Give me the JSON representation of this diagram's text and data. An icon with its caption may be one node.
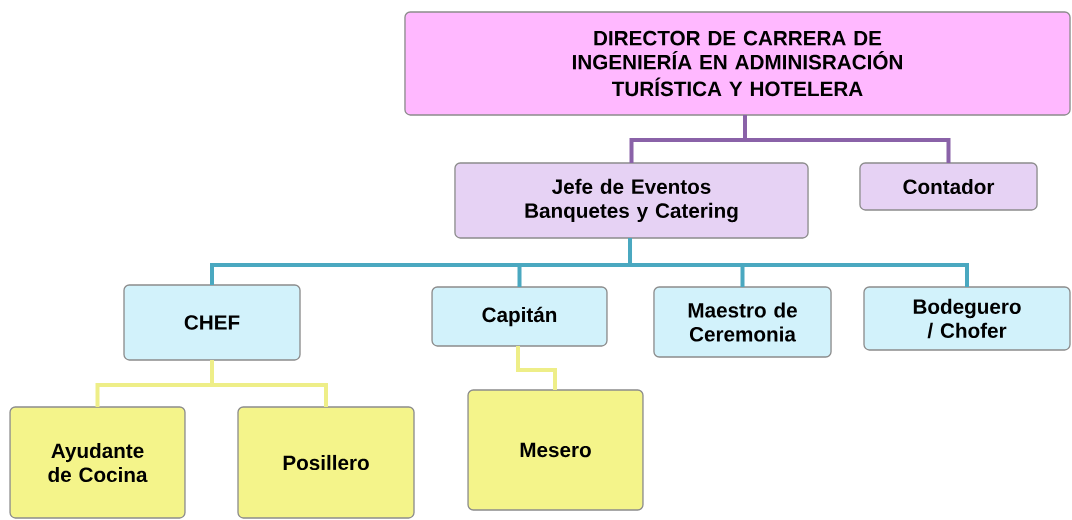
{
  "diagram": {
    "nodes": [
      {
        "text": [
          "DIRECTOR DE CARRERA DE INGENIERÍA EN ADMINISRACIÓN",
          "TURÍSTICA Y HOTELERA"
        ]
      },
      {
        "text": [
          "Jefe de Eventos Banquetes  y Catering"
        ]
      },
      {
        "text": [
          "Contador"
        ]
      },
      {
        "text": [
          "CHEF"
        ]
      },
      {
        "text": [
          "Capitán"
        ]
      },
      {
        "text": [
          "Maestro de Ceremonia"
        ]
      },
      {
        "text": [
          "Bodeguero / Chofer"
        ]
      },
      {
        "text": [
          "Ayudante de Cocina"
        ]
      },
      {
        "text": [
          "Posillero"
        ]
      },
      {
        "text": [
          "Mesero"
        ]
      }
    ],
    "edges": [
      {
        "from": 0,
        "to": 1,
        "arrow": "none",
        "color": "#8a62a8"
      },
      {
        "from": 0,
        "to": 2,
        "arrow": "none",
        "color": "#8a62a8"
      },
      {
        "from": 1,
        "to": 3,
        "arrow": "none",
        "color": "#4aa8c0"
      },
      {
        "from": 1,
        "to": 4,
        "arrow": "none",
        "color": "#4aa8c0"
      },
      {
        "from": 1,
        "to": 5,
        "arrow": "none",
        "color": "#4aa8c0"
      },
      {
        "from": 1,
        "to": 6,
        "arrow": "none",
        "color": "#4aa8c0"
      },
      {
        "from": 3,
        "to": 7,
        "arrow": "none",
        "color": "#eeee88"
      },
      {
        "from": 3,
        "to": 8,
        "arrow": "none",
        "color": "#eeee88"
      },
      {
        "from": 4,
        "to": 9,
        "arrow": "none",
        "color": "#eeee88"
      }
    ]
  }
}
